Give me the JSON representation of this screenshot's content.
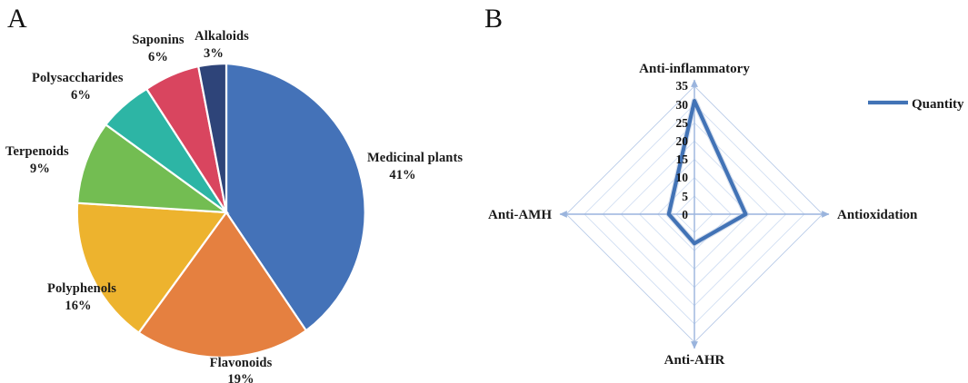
{
  "figure": {
    "panels": [
      {
        "letter": "A",
        "name": "pie-panel"
      },
      {
        "letter": "B",
        "name": "radar-panel"
      }
    ]
  },
  "chart_data": [
    {
      "type": "pie",
      "panel": "A",
      "title": "",
      "start_angle_deg": 0,
      "direction": "clockwise",
      "labels_show_percent": true,
      "categories": [
        "Medicinal plants",
        "Flavonoids",
        "Polyphenols",
        "Terpenoids",
        "Polysaccharides",
        "Saponins",
        "Alkaloids"
      ],
      "values": [
        41,
        19,
        16,
        9,
        6,
        6,
        3
      ],
      "value_labels": [
        "41%",
        "19%",
        "16%",
        "9%",
        "6%",
        "6%",
        "3%"
      ],
      "colors": [
        "#4472b8",
        "#e58040",
        "#edb32e",
        "#73bd52",
        "#2db5a5",
        "#d9455f",
        "#2e4479"
      ],
      "slices": [
        {
          "label": "Medicinal plants",
          "percent_label": "41%",
          "value": 41,
          "color": "#4472b8"
        },
        {
          "label": "Flavonoids",
          "percent_label": "19%",
          "value": 19,
          "color": "#e58040"
        },
        {
          "label": "Polyphenols",
          "percent_label": "16%",
          "value": 16,
          "color": "#edb32e"
        },
        {
          "label": "Terpenoids",
          "percent_label": "9%",
          "value": 9,
          "color": "#73bd52"
        },
        {
          "label": "Polysaccharides",
          "percent_label": "6%",
          "value": 6,
          "color": "#2db5a5"
        },
        {
          "label": "Saponins",
          "percent_label": "6%",
          "value": 6,
          "color": "#d9455f"
        },
        {
          "label": "Alkaloids",
          "percent_label": "3%",
          "value": 3,
          "color": "#2e4479"
        }
      ]
    },
    {
      "type": "radar",
      "panel": "B",
      "title": "",
      "categories": [
        "Anti-inflammatory",
        "Antioxidation",
        "Anti-AHR",
        "Anti-AMH"
      ],
      "series": [
        {
          "name": "Quantity",
          "values": [
            31,
            14,
            8,
            7
          ],
          "color": "#4273b6"
        }
      ],
      "ticks": [
        0,
        5,
        10,
        15,
        20,
        25,
        30,
        35
      ],
      "tick_labels": [
        "0",
        "5",
        "10",
        "15",
        "20",
        "25",
        "30",
        "35"
      ],
      "rlim": [
        0,
        35
      ],
      "grid": true,
      "legend": {
        "position": "top-right",
        "entries": [
          {
            "label": "Quantity",
            "color": "#4273b6"
          }
        ]
      }
    }
  ]
}
